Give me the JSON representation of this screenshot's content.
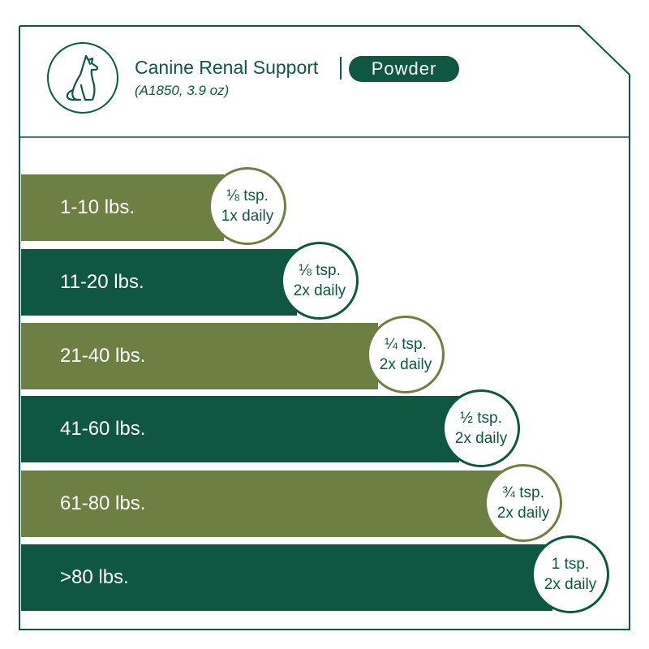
{
  "header": {
    "product_name": "Canine Renal Support",
    "form_badge": "Powder",
    "sku_size": "(A1850, 3.9 oz)",
    "logo_icon": "sitting-dog-icon"
  },
  "colors": {
    "dark_green": "#0f5740",
    "olive": "#6e7f43",
    "background": "#ffffff"
  },
  "dosage_rows": [
    {
      "weight": "1-10 lbs.",
      "amount": "⅛ tsp.",
      "frequency": "1x daily",
      "color": "olive"
    },
    {
      "weight": "11-20 lbs.",
      "amount": "⅛ tsp.",
      "frequency": "2x daily",
      "color": "green"
    },
    {
      "weight": "21-40 lbs.",
      "amount": "¼ tsp.",
      "frequency": "2x daily",
      "color": "olive"
    },
    {
      "weight": "41-60 lbs.",
      "amount": "½ tsp.",
      "frequency": "2x daily",
      "color": "green"
    },
    {
      "weight": "61-80 lbs.",
      "amount": "¾ tsp.",
      "frequency": "2x daily",
      "color": "olive"
    },
    {
      "weight": ">80 lbs.",
      "amount": "1 tsp.",
      "frequency": "2x daily",
      "color": "green"
    }
  ]
}
